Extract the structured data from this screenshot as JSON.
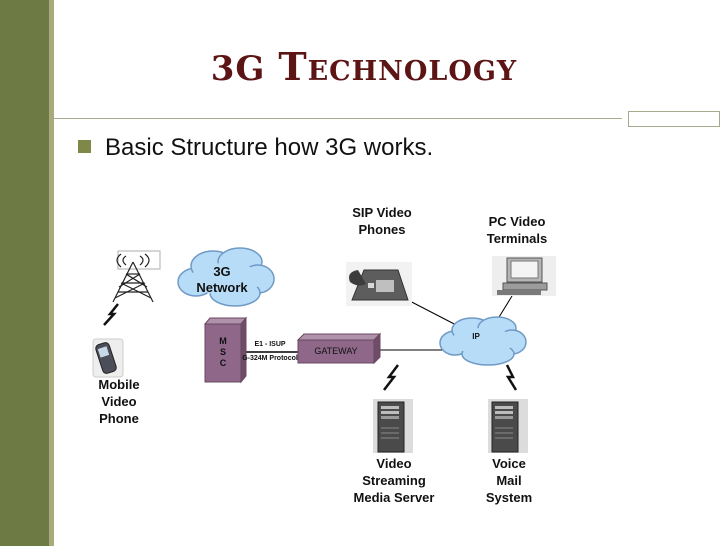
{
  "slide": {
    "title_part1": "3G",
    "title_part2": "Technology",
    "bullet": "Basic Structure how 3G works."
  },
  "diagram": {
    "sip_label": "SIP Video\nPhones",
    "pc_label": "PC Video\nTerminals",
    "network_label": "3G\nNetwork",
    "mobile_label": "Mobile\nVideo\nPhone",
    "msc_label": "M\nS\nC",
    "e1_label": "E1 - ISUP",
    "h324_label": "G-324M Protocol",
    "gateway_label": "GATEWAY",
    "ip_label": "IP",
    "streaming_label": "Video\nStreaming\nMedia Server",
    "voicemail_label": "Voice\nMail\nSystem"
  },
  "colors": {
    "sidebar": "#6e7a44",
    "title": "#5c1414",
    "bullet": "#7f8749",
    "cloud": "#b7dcf7",
    "gateway": "#8e6789",
    "msc": "#8e6789"
  }
}
